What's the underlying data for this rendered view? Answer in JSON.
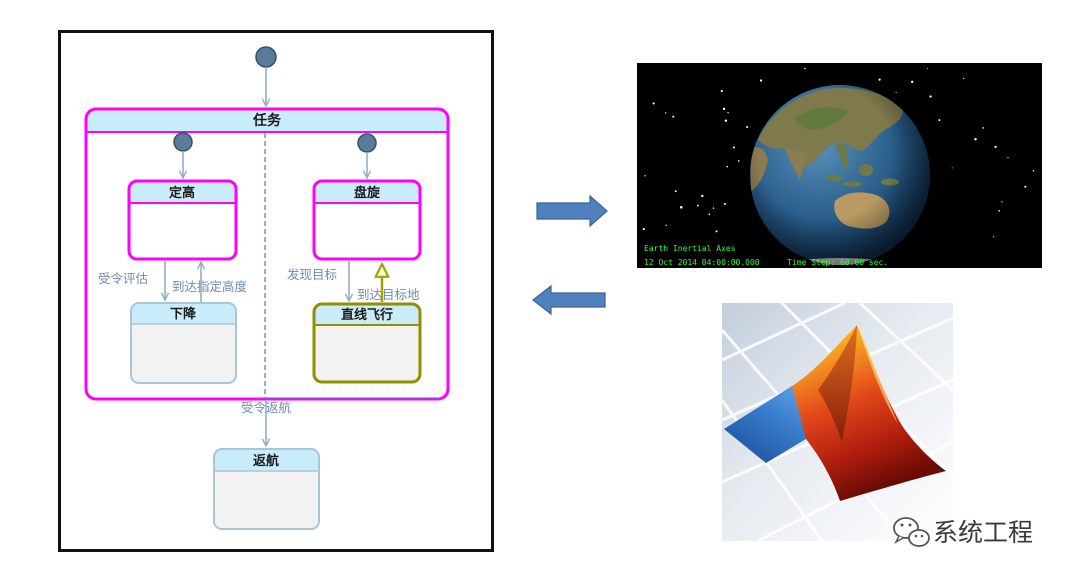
{
  "state_machine": {
    "mission": {
      "label": "任务"
    },
    "altitude_hold": {
      "label": "定高"
    },
    "descend": {
      "label": "下降"
    },
    "loiter": {
      "label": "盘旋"
    },
    "straight_flight": {
      "label": "直线飞行"
    },
    "return_home": {
      "label": "返航"
    },
    "transitions": {
      "altitude_hold_to_descend": "受令评估",
      "descend_to_altitude_hold": "到达指定高度",
      "loiter_to_straight_flight": "发现目标",
      "straight_flight_to_loiter": "到达目标地",
      "mission_to_return_home": "受令返航"
    }
  },
  "exchange_arrows": {
    "outgoing_icon": "arrow-right-icon",
    "incoming_icon": "arrow-left-icon"
  },
  "earth_view": {
    "frame_label": "Earth Inertial Axes",
    "timestamp": "12 Oct 2014 04:00:00.000",
    "time_step": "Time Step: 60.00 sec."
  },
  "matlab_view": {
    "icon": "matlab-logo-icon"
  },
  "watermark": {
    "icon": "wechat-icon",
    "text": "系统工程"
  },
  "colors": {
    "active_state_border": "#ff00ff",
    "state_header": "#c8ecfa",
    "inactive_state_border": "#a9c6d8",
    "straight_flight_border": "#8f8f00",
    "transition_line": "#93aec6",
    "block_arrow": "#4f81bd",
    "earth_overlay_text": "#2cff2c"
  }
}
